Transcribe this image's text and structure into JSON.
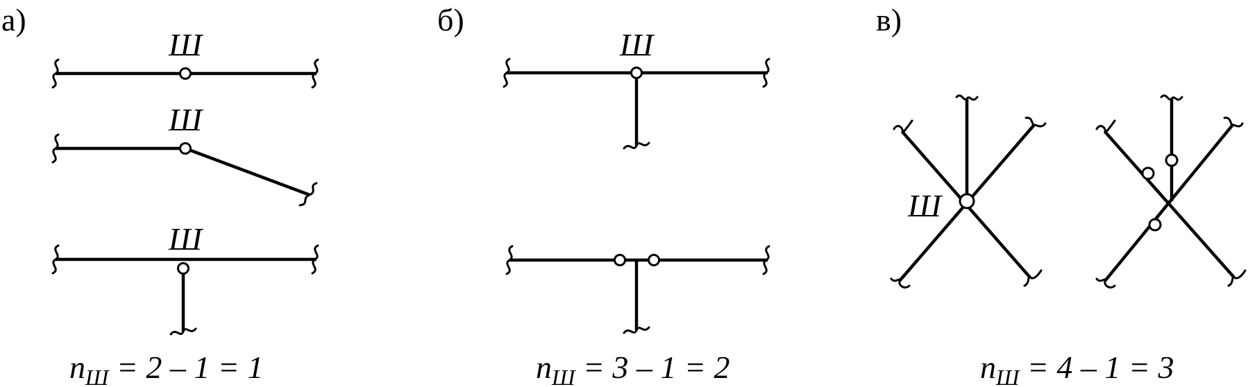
{
  "panels": [
    {
      "label": "а)",
      "joint_labels": [
        "Ш",
        "Ш",
        "Ш"
      ],
      "formula": {
        "n": "n",
        "sub": "Ш",
        "rhs": " = 2 – 1 = 1"
      }
    },
    {
      "label": "б)",
      "joint_labels": [
        "Ш"
      ],
      "formula": {
        "n": "n",
        "sub": "Ш",
        "rhs": " = 3 – 1 = 2"
      }
    },
    {
      "label": "в)",
      "joint_labels": [
        "Ш"
      ],
      "formula": {
        "n": "n",
        "sub": "Ш",
        "rhs": " = 4 – 1 = 3"
      }
    }
  ]
}
